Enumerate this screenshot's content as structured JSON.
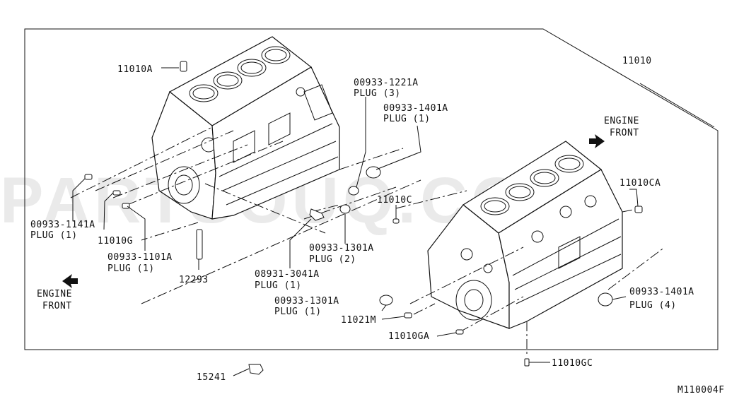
{
  "watermark": "PARTSOUQ.COM",
  "diagram_code": "M110004F",
  "engine_front_left": {
    "line1": "ENGINE",
    "line2": "FRONT"
  },
  "engine_front_right": {
    "line1": "ENGINE",
    "line2": "FRONT"
  },
  "callouts": {
    "c11010": "11010",
    "c11010A": "11010A",
    "c00933_1221A": "00933-1221A",
    "c00933_1221A_qty": "PLUG (3)",
    "c00933_1401A_top": "00933-1401A",
    "c00933_1401A_top_qty": "PLUG (1)",
    "c11010CA": "11010CA",
    "c11010C": "11010C",
    "c00933_1141A": "00933-1141A",
    "c00933_1141A_qty": "PLUG (1)",
    "c11010G": "11010G",
    "c00933_1101A": "00933-1101A",
    "c00933_1101A_qty": "PLUG (1)",
    "c12293": "12293",
    "c00933_1301A_mid": "00933-1301A",
    "c00933_1301A_mid_qty": "PLUG (2)",
    "c08931_3041A": "08931-3041A",
    "c08931_3041A_qty": "PLUG (1)",
    "c00933_1301A_low": "00933-1301A",
    "c00933_1301A_low_qty": "PLUG (1)",
    "c11021M": "11021M",
    "c11010GA": "11010GA",
    "c00933_1401A_right": "00933-1401A",
    "c00933_1401A_right_qty": "PLUG (4)",
    "c11010GC": "11010GC",
    "c15241": "15241"
  }
}
